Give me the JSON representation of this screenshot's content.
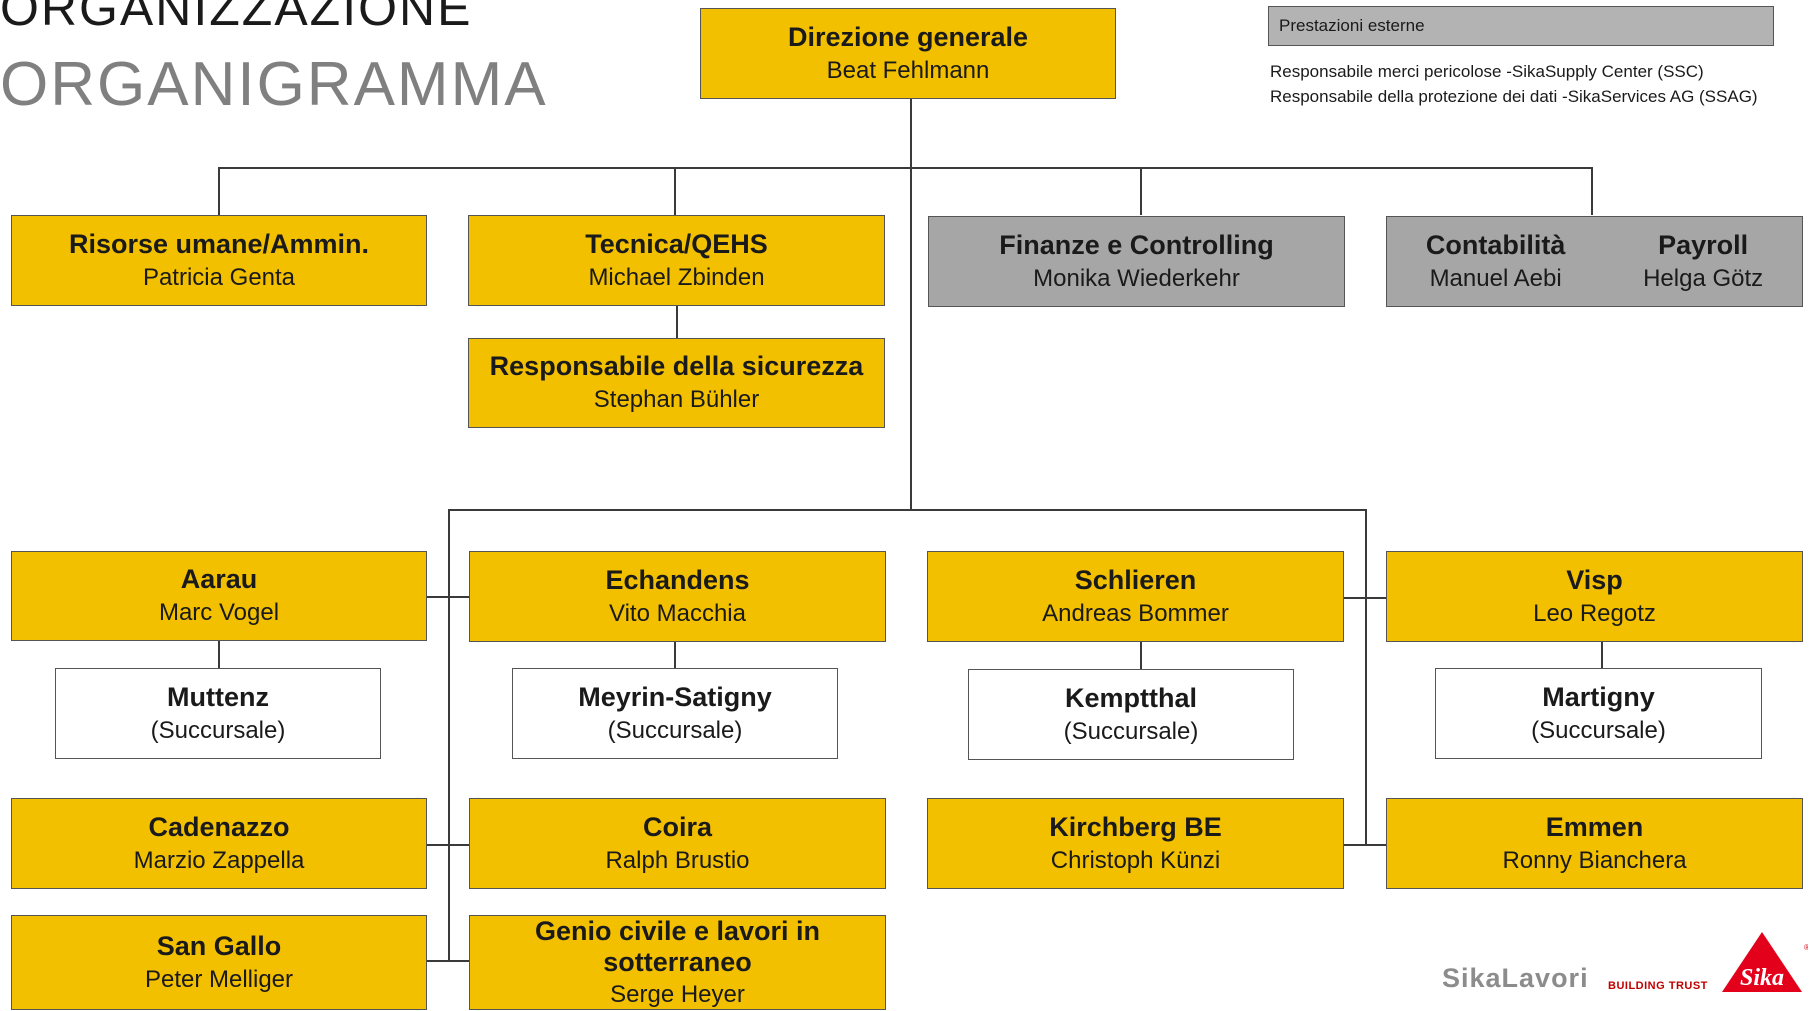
{
  "title": {
    "line1": "ORGANIZZAZIONE",
    "line2": "ORGANIGRAMMA"
  },
  "external": {
    "header": "Prestazioni esterne",
    "items": [
      "Responsabile merci pericolose -SikaSupply Center (SSC)",
      "Responsabile della protezione dei dati -SikaServices AG (SSAG)"
    ]
  },
  "top": {
    "title": "Direzione generale",
    "name": "Beat Fehlmann"
  },
  "departments": [
    {
      "title": "Risorse umane/Ammin.",
      "name": "Patricia Genta"
    },
    {
      "title": "Tecnica/QEHS",
      "name": "Michael Zbinden"
    },
    {
      "title": "Finanze e Controlling",
      "name": "Monika Wiederkehr"
    },
    {
      "title": "Contabilità",
      "name": "Manuel Aebi"
    },
    {
      "title": "Payroll",
      "name": "Helga Götz"
    }
  ],
  "safety": {
    "title": "Responsabile della sicurezza",
    "name": "Stephan Bühler"
  },
  "branches": [
    {
      "title": "Aarau",
      "name": "Marc Vogel"
    },
    {
      "title": "Echandens",
      "name": "Vito Macchia"
    },
    {
      "title": "Schlieren",
      "name": "Andreas Bommer"
    },
    {
      "title": "Visp",
      "name": "Leo Regotz"
    },
    {
      "title": "Cadenazzo",
      "name": "Marzio Zappella"
    },
    {
      "title": "Coira",
      "name": "Ralph Brustio"
    },
    {
      "title": "Kirchberg BE",
      "name": "Christoph Künzi"
    },
    {
      "title": "Emmen",
      "name": "Ronny Bianchera"
    },
    {
      "title": "San Gallo",
      "name": "Peter Melliger"
    },
    {
      "title": "Genio civile e lavori in sotterraneo",
      "name": "Serge Heyer"
    }
  ],
  "subsidiaries": [
    {
      "title": "Muttenz",
      "note": "(Succursale)"
    },
    {
      "title": "Meyrin-Satigny",
      "note": "(Succursale)"
    },
    {
      "title": "Kemptthal",
      "note": "(Succursale)"
    },
    {
      "title": "Martigny",
      "note": "(Succursale)"
    }
  ],
  "footer": {
    "brand": "SikaLavori",
    "slogan": "BUILDING TRUST",
    "logo_text": "Sika"
  },
  "colors": {
    "yellow": "#f3c000",
    "gray": "#a6a6a6",
    "logo_red": "#e3001b"
  }
}
